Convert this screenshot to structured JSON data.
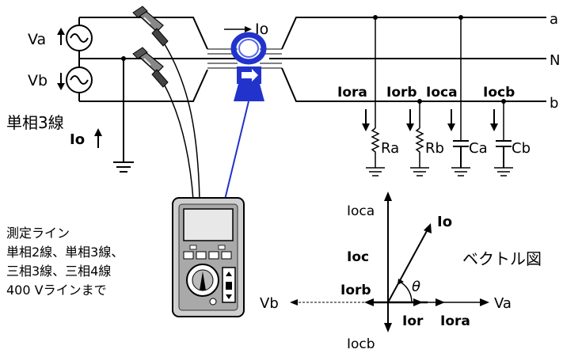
{
  "diagram": {
    "sources": {
      "va": "Va",
      "vb": "Vb"
    },
    "wires": {
      "a": "a",
      "n": "N",
      "b": "b"
    },
    "io_top": "Io",
    "io_ground": "Io",
    "system_label": "単相3線",
    "leakage": {
      "iora": "Iora",
      "iorb": "Iorb",
      "ioca": "Ioca",
      "iocb": "Iocb",
      "ra": "Ra",
      "rb": "Rb",
      "ca": "Ca",
      "cb": "Cb"
    },
    "measure_lines": {
      "title": "測定ライン",
      "line1": "単相2線、単相3線、",
      "line2": "三相3線、三相4線",
      "line3": "400 Vラインまで"
    },
    "vector": {
      "title": "ベクトル図",
      "ioca": "Ioca",
      "io": "Io",
      "ioc": "Ioc",
      "iorb": "Iorb",
      "theta": "θ",
      "vb": "Vb",
      "va": "Va",
      "ior": "Ior",
      "iora": "Iora",
      "iocb": "Iocb"
    }
  }
}
